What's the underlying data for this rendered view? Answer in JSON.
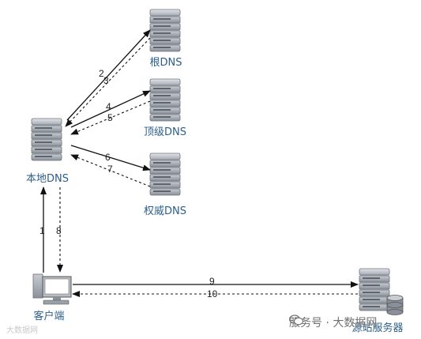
{
  "nodes": {
    "root_dns": "根DNS",
    "tld_dns": "顶级DNS",
    "auth_dns": "权威DNS",
    "local_dns": "本地DNS",
    "client": "客户端",
    "origin_server": "源站服务器"
  },
  "edges": [
    "1",
    "2",
    "3",
    "4",
    "5",
    "6",
    "7",
    "8",
    "9",
    "10"
  ],
  "watermark": {
    "left": "大数据网",
    "right": "服务号 · 大数据网"
  }
}
